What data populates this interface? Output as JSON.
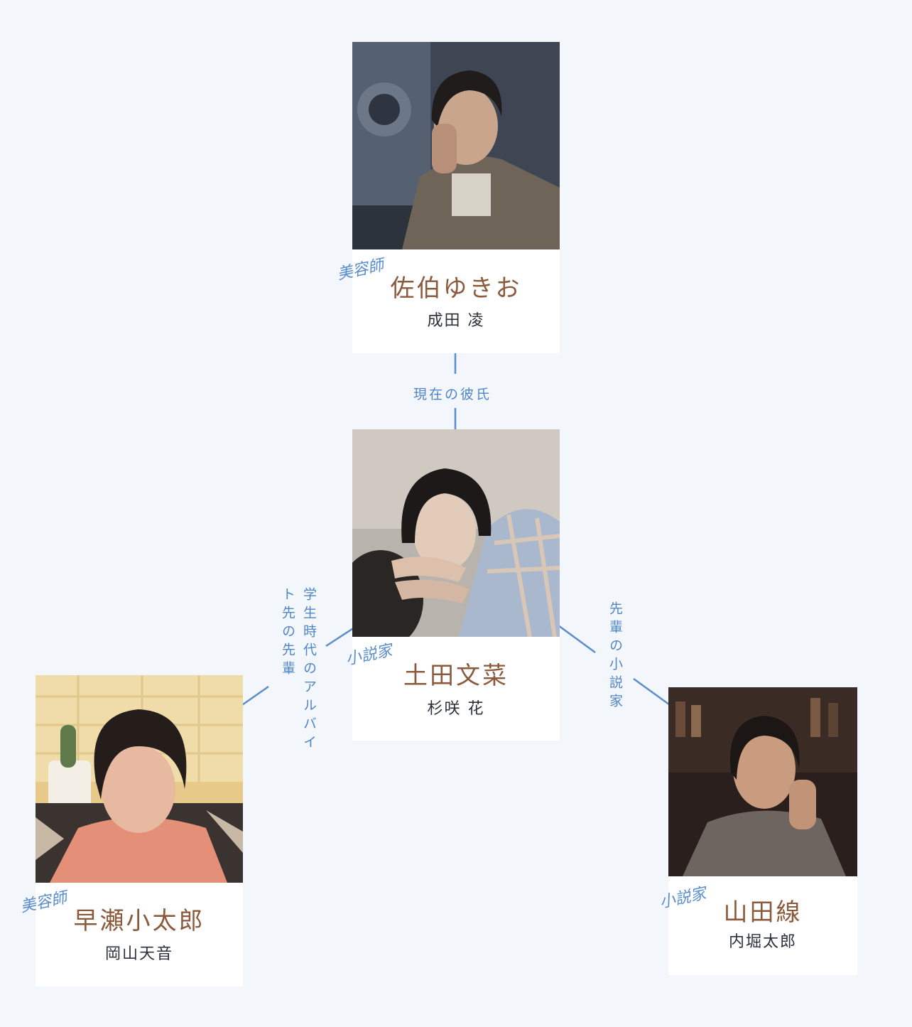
{
  "characters": [
    {
      "id": "saeki",
      "role": "美容師",
      "name": "佐伯ゆきお",
      "actor": "成田 凌"
    },
    {
      "id": "tsuchida",
      "role": "小説家",
      "name": "土田文菜",
      "actor": "杉咲 花"
    },
    {
      "id": "hayase",
      "role": "美容師",
      "name": "早瀬小太郎",
      "actor": "岡山天音"
    },
    {
      "id": "yamada",
      "role": "小説家",
      "name": "山田線",
      "actor": "内堀太郎"
    }
  ],
  "relations": {
    "saeki_tsuchida": "現在の彼氏",
    "hayase_tsuchida": "学生時代のアルバイト先の先輩",
    "yamada_tsuchida": "先輩の小説家"
  },
  "colors": {
    "background": "#f3f6fb",
    "line": "#5a8dcc",
    "name": "#8b5a3c",
    "role": "#5a8dcc"
  }
}
